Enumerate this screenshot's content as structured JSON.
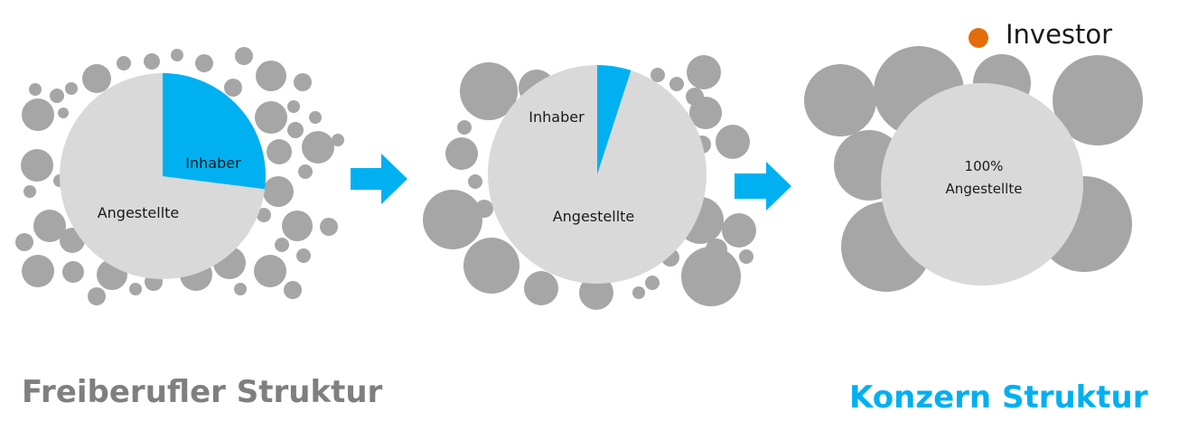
{
  "colors": {
    "bubble": "#a6a6a6",
    "pie_base": "#d9d9d9",
    "accent": "#00b0f0",
    "investor": "#e46c0a",
    "title_left": "#7f7f7f",
    "title_right": "#00b0f0"
  },
  "stages": [
    {
      "inhaber_label": "Inhaber",
      "angestellte_label": "Angestellte",
      "inhaber_share": 0.27
    },
    {
      "inhaber_label": "Inhaber",
      "angestellte_label": "Angestellte",
      "inhaber_share": 0.05
    },
    {
      "line1": "100%",
      "line2": "Angestellte"
    }
  ],
  "legend": {
    "investor_label": "Investor"
  },
  "titles": {
    "left": "Freiberufler Struktur",
    "right": "Konzern Struktur"
  }
}
